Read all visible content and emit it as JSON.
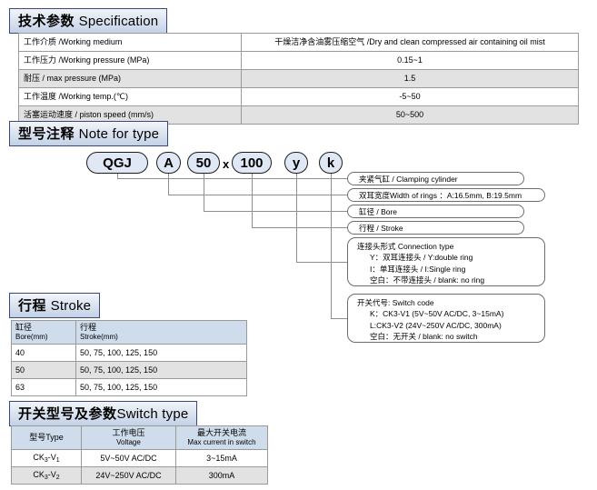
{
  "sections": {
    "spec": {
      "cn": "技术参数 ",
      "en": "Specification"
    },
    "note": {
      "cn": "型号注释 ",
      "en": "Note for type"
    },
    "stroke": {
      "cn": "行程 ",
      "en": "Stroke"
    },
    "switch": {
      "cn": "开关型号及参数",
      "en": "Switch type"
    }
  },
  "spec_table": {
    "rows": [
      {
        "label": "工作介质 /Working medium",
        "value": "干燥洁净含油雾压缩空气 /Dry and clean compressed air containing oil mist"
      },
      {
        "label": "工作压力 /Working pressure (MPa)",
        "value": "0.15~1"
      },
      {
        "label": "耐压 / max pressure  (MPa)",
        "value": "1.5"
      },
      {
        "label": "工作温度 /Working temp.(℃)",
        "value": "-5~50"
      },
      {
        "label": "活塞运动速度 / piston speed (mm/s)",
        "value": "50~500"
      }
    ]
  },
  "type_diagram": {
    "pills": [
      {
        "text": "QGJ"
      },
      {
        "text": "A"
      },
      {
        "text": "50"
      },
      {
        "text": "100"
      },
      {
        "text": "y"
      },
      {
        "text": "k"
      }
    ],
    "multiply_symbol": "x",
    "callouts": [
      {
        "text": "夹紧气缸 / Clamping cylinder"
      },
      {
        "text": "双耳宽度Width of rings ：A:16.5mm, B:19.5mm"
      },
      {
        "text": "缸径 / Bore"
      },
      {
        "text": "行程 / Stroke"
      }
    ],
    "connection_box": {
      "title": "连接头形式 Connection type",
      "lines": [
        "Y：双耳连接头 / Y:double ring",
        "I：单耳连接头 / I:Single ring",
        "空白：不带连接头 / blank: no ring"
      ]
    },
    "switch_box": {
      "title": "开关代号: Switch code",
      "lines": [
        "K：CK3-V1 (5V~50V AC/DC, 3~15mA)",
        "L:CK3-V2 (24V~250V AC/DC, 300mA)",
        "空白：无开关 / blank: no switch"
      ]
    }
  },
  "stroke_table": {
    "headers": [
      {
        "cn": "缸径",
        "en": "Bore(mm)"
      },
      {
        "cn": "行程",
        "en": "Stroke(mm)"
      }
    ],
    "rows": [
      {
        "bore": "40",
        "stroke": "50, 75, 100, 125, 150"
      },
      {
        "bore": "50",
        "stroke": "50, 75, 100, 125, 150"
      },
      {
        "bore": "63",
        "stroke": "50, 75, 100, 125, 150"
      }
    ]
  },
  "switch_table": {
    "headers": [
      {
        "cn": "型号Type",
        "en": ""
      },
      {
        "cn": "工作电压",
        "en": "Voltage"
      },
      {
        "cn": "最大开关电流",
        "en": "Max current in switch"
      }
    ],
    "rows": [
      {
        "type_main": "CK",
        "type_sub1": "3",
        "type_mid": "-V",
        "type_sub2": "1",
        "voltage": "5V~50V AC/DC",
        "current": "3~15mA"
      },
      {
        "type_main": "CK",
        "type_sub1": "3",
        "type_mid": "-V",
        "type_sub2": "2",
        "voltage": "24V~250V AC/DC",
        "current": "300mA"
      }
    ]
  },
  "colors": {
    "header_border": "#39497c",
    "header_fill": "#c3d2e6",
    "pill_fill": "#dfe8f4",
    "table_header_blue": "#cfdcec",
    "row_alt_gray": "#e2e2e2",
    "leader_line": "#8e8e8e"
  }
}
